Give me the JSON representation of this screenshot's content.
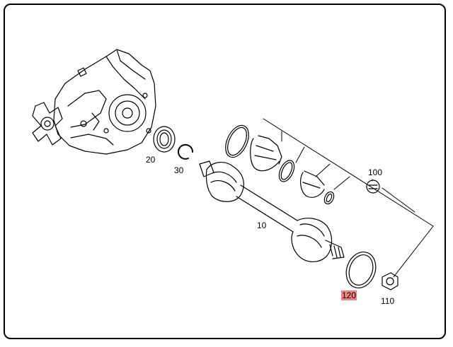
{
  "parts": [
    {
      "id": "p20",
      "number": "20"
    },
    {
      "id": "p30",
      "number": "30"
    },
    {
      "id": "p10",
      "number": "10"
    },
    {
      "id": "p100",
      "number": "100"
    },
    {
      "id": "p110",
      "number": "110"
    },
    {
      "id": "p120",
      "number": "120",
      "highlighted": true
    }
  ],
  "colors": {
    "line": "#000000",
    "highlight": "#f08080",
    "background": "#ffffff"
  }
}
